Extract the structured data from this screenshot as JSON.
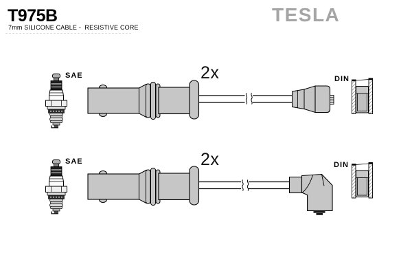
{
  "header": {
    "part_number": "T975B",
    "subtitle": "7mm SILICONE CABLE -  RESISTIVE CORE",
    "brand_logo": "TESLA"
  },
  "diagram": {
    "rows": [
      {
        "plug_end_label": "SAE",
        "quantity": "2x",
        "dist_end_label": "DIN",
        "dist_boot_style": "straight",
        "icons": [
          "spark-plug-icon",
          "sae-boot-icon",
          "cable-break-icon",
          "straight-distributor-boot-icon",
          "din-socket-icon"
        ]
      },
      {
        "plug_end_label": "SAE",
        "quantity": "2x",
        "dist_end_label": "DIN",
        "dist_boot_style": "angled-90",
        "icons": [
          "spark-plug-icon",
          "sae-boot-icon",
          "cable-break-icon",
          "angled-distributor-boot-icon",
          "din-socket-icon"
        ]
      }
    ]
  },
  "colors": {
    "part_fill": "#c6c6c6",
    "outline": "#000000",
    "brand_gray": "#a5a5a5",
    "background": "#ffffff"
  }
}
